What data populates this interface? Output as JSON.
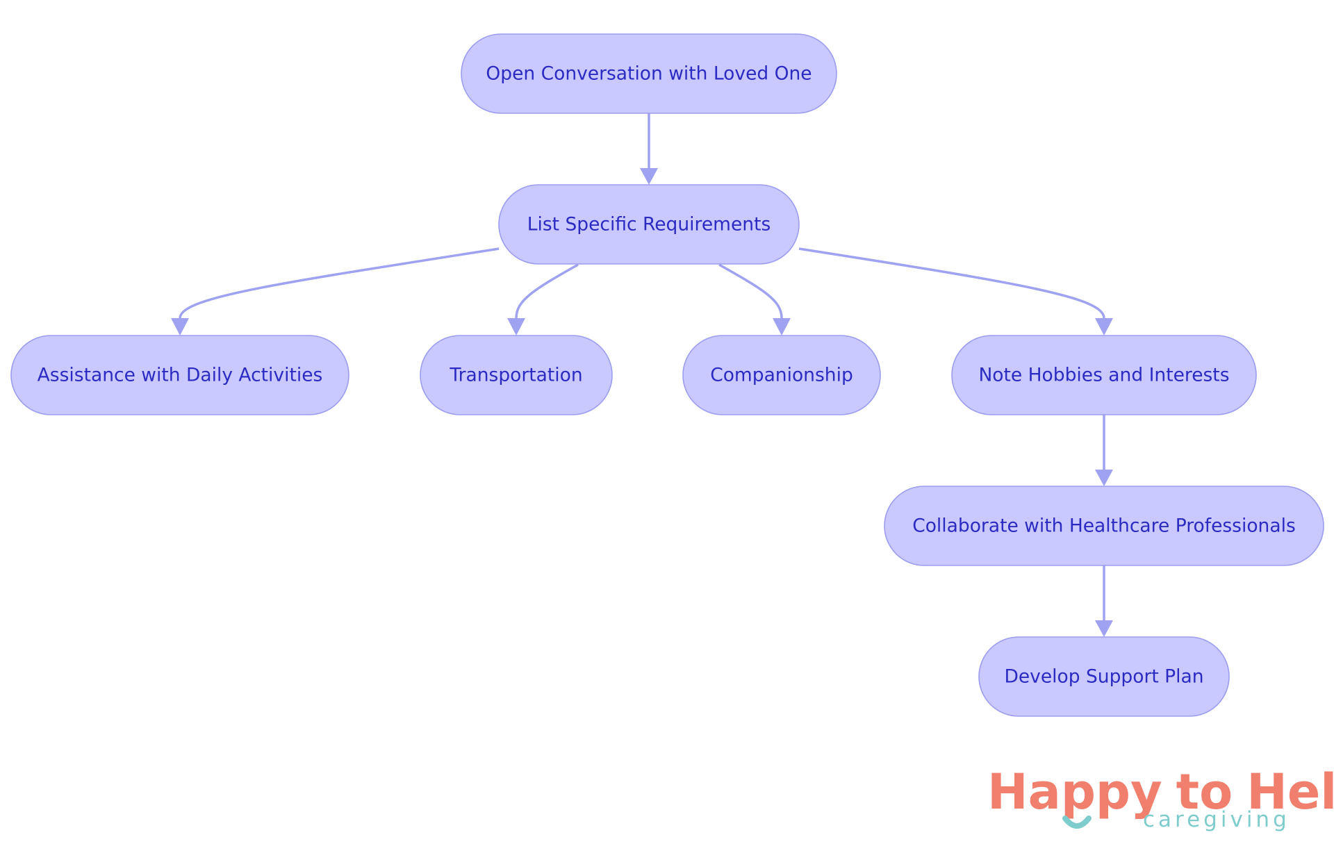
{
  "diagram": {
    "nodes": [
      {
        "id": "open",
        "label": "Open Conversation with Loved One"
      },
      {
        "id": "list",
        "label": "List Specific Requirements"
      },
      {
        "id": "assist",
        "label": "Assistance with Daily Activities"
      },
      {
        "id": "transport",
        "label": "Transportation"
      },
      {
        "id": "companion",
        "label": "Companionship"
      },
      {
        "id": "hobbies",
        "label": "Note Hobbies and Interests"
      },
      {
        "id": "collab",
        "label": "Collaborate with Healthcare Professionals"
      },
      {
        "id": "plan",
        "label": "Develop Support Plan"
      }
    ],
    "edges": [
      {
        "from": "open",
        "to": "list"
      },
      {
        "from": "list",
        "to": "assist"
      },
      {
        "from": "list",
        "to": "transport"
      },
      {
        "from": "list",
        "to": "companion"
      },
      {
        "from": "list",
        "to": "hobbies"
      },
      {
        "from": "hobbies",
        "to": "collab"
      },
      {
        "from": "collab",
        "to": "plan"
      }
    ],
    "colors": {
      "node_fill": "#c9c9ff",
      "node_stroke": "#9b9df0",
      "node_text": "#2b2bc4",
      "edge": "#9ea2f0"
    }
  },
  "logo": {
    "word_happy": "Happy",
    "word_to": "to",
    "word_help": "Help",
    "tagline": "caregiving",
    "colors": {
      "coral": "#f07f6e",
      "teal": "#7fcccc"
    }
  }
}
